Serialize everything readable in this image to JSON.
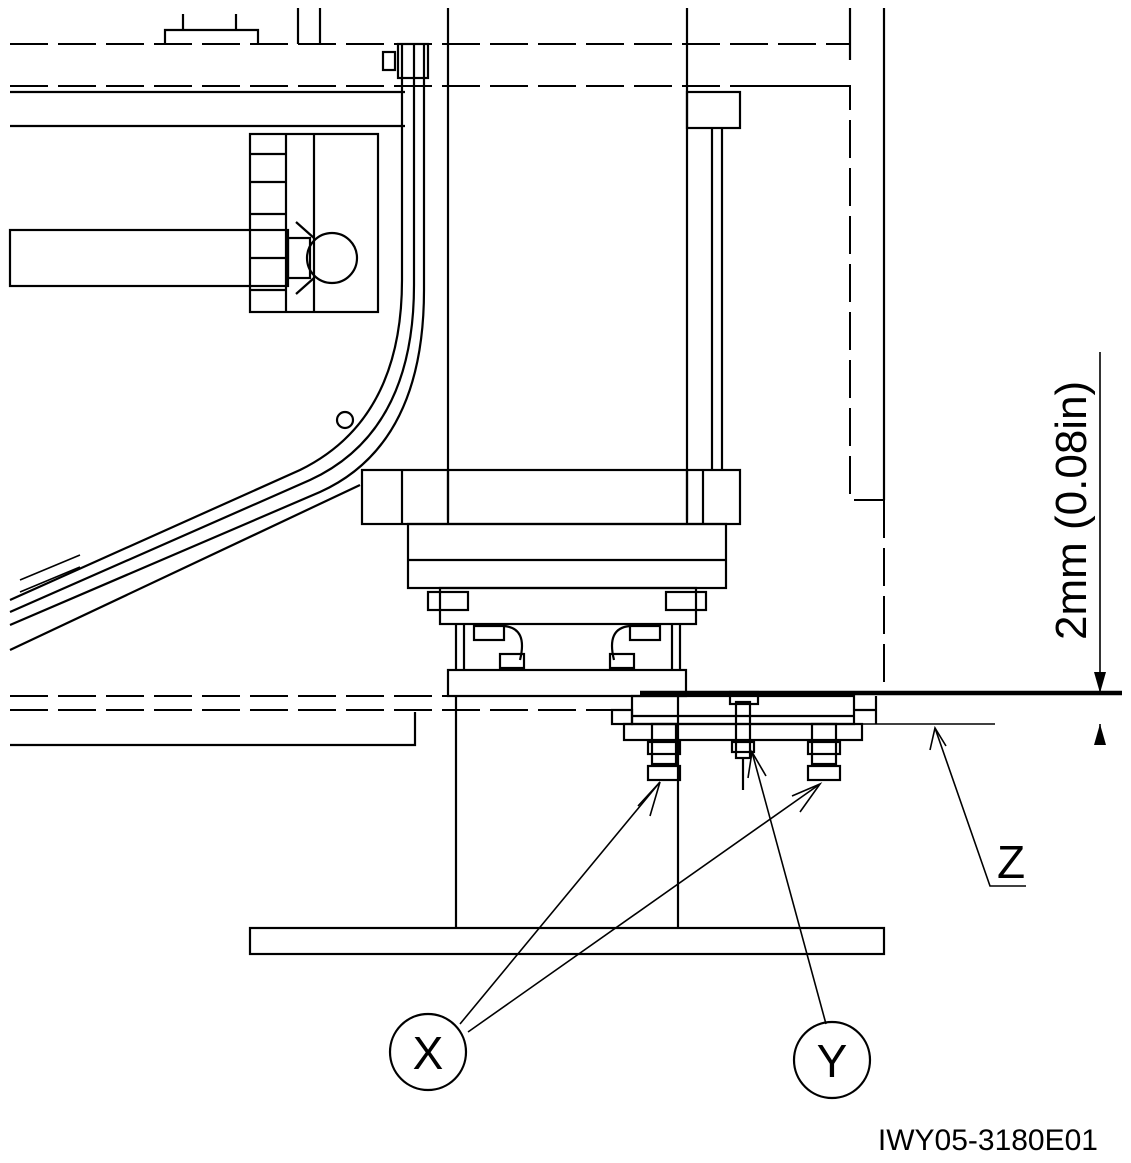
{
  "callouts": {
    "x": "X",
    "y": "Y",
    "z": "Z"
  },
  "dimension": {
    "clearance": "2mm (0.08in)"
  },
  "drawing_code": "IWY05-3180E01"
}
